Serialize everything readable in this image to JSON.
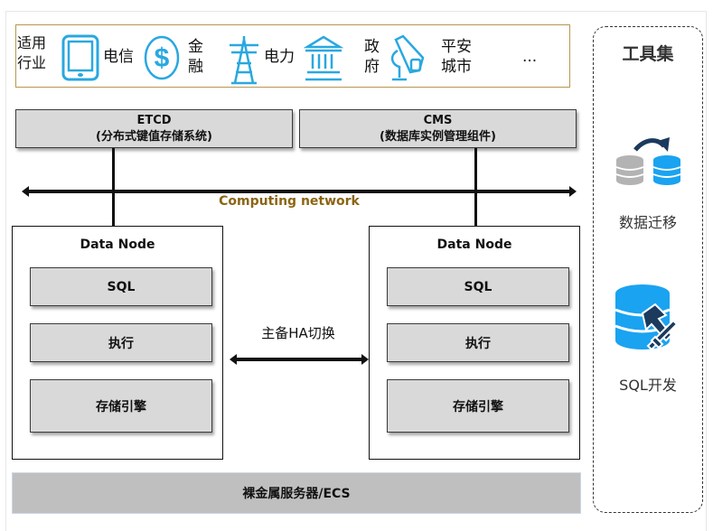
{
  "industries": {
    "heading": "适用行业",
    "items": [
      {
        "label": "电信",
        "icon": "tablet-icon"
      },
      {
        "label": "金融",
        "icon": "dollar-coin-icon"
      },
      {
        "label": "电力",
        "icon": "power-tower-icon"
      },
      {
        "label": "政府",
        "icon": "government-building-icon"
      },
      {
        "label": "平安城市",
        "icon": "security-camera-icon"
      }
    ],
    "more": "..."
  },
  "components": {
    "etcd": {
      "title": "ETCD",
      "subtitle": "(分布式键值存储系统)"
    },
    "cms": {
      "title": "CMS",
      "subtitle": "(数据库实例管理组件)"
    }
  },
  "network": {
    "label": "Computing network"
  },
  "data_nodes": [
    {
      "title": "Data Node",
      "layers": [
        "SQL",
        "执行",
        "存储引擎"
      ]
    },
    {
      "title": "Data Node",
      "layers": [
        "SQL",
        "执行",
        "存储引擎"
      ]
    }
  ],
  "ha": {
    "label": "主备HA切换"
  },
  "infrastructure": {
    "label": "裸金属服务器/ECS"
  },
  "toolset": {
    "title": "工具集",
    "tools": [
      {
        "label": "数据迁移",
        "icon": "data-migration-icon"
      },
      {
        "label": "SQL开发",
        "icon": "sql-development-icon"
      }
    ]
  },
  "colors": {
    "icon_blue": "#29a8e0",
    "network_label": "#8b6513",
    "industry_border": "#b8964f",
    "box_fill": "#d9d9d9",
    "baremetal_fill": "#bfbfbf"
  }
}
